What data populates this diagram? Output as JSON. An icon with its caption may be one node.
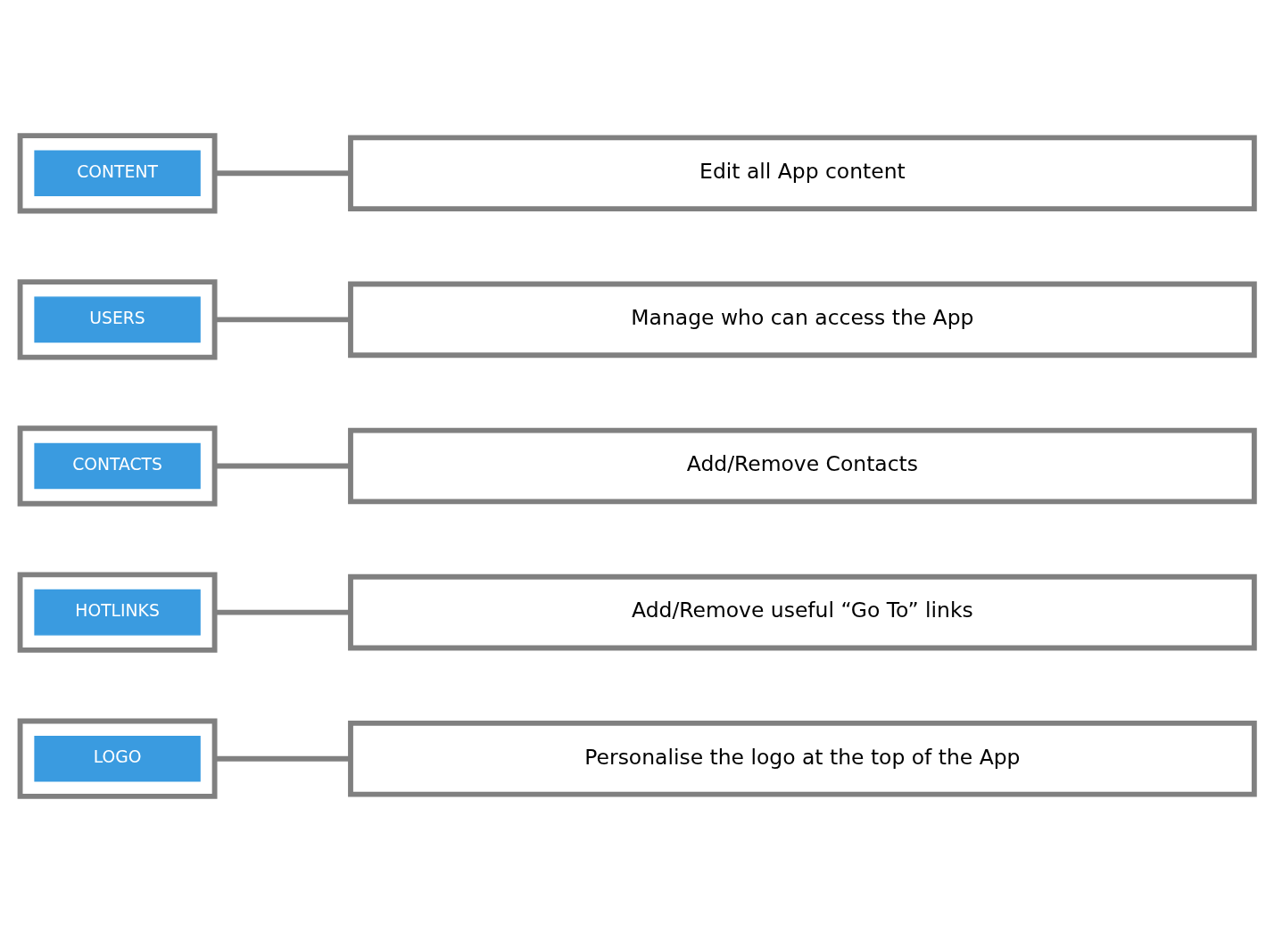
{
  "diagram": {
    "nodes": [
      {
        "text": [],
        "shape": "box"
      },
      {
        "text": [
          "CONTENT"
        ],
        "in": 0
      },
      {
        "text": [
          "Edit all App content"
        ]
      },
      {
        "text": [],
        "shape": "box"
      },
      {
        "text": [
          "USERS"
        ],
        "in": 3
      },
      {
        "text": [
          "Manage who can access the App"
        ]
      },
      {
        "text": [],
        "shape": "box"
      },
      {
        "text": [
          "CONTACTS"
        ],
        "in": 6
      },
      {
        "text": [
          "Add/Remove Contacts"
        ]
      },
      {
        "text": [],
        "shape": "box"
      },
      {
        "text": [
          "HOTLINKS"
        ],
        "in": 9
      },
      {
        "text": [
          "Add/Remove useful “Go To” links"
        ]
      },
      {
        "text": [],
        "shape": "box"
      },
      {
        "text": [
          "LOGO"
        ],
        "in": 12
      },
      {
        "text": [
          "Personalise the logo at the top of the App"
        ]
      }
    ],
    "edges": [
      {
        "from": 0,
        "to": 2,
        "arrow": "none"
      },
      {
        "from": 3,
        "to": 5,
        "arrow": "none"
      },
      {
        "from": 6,
        "to": 8,
        "arrow": "none"
      },
      {
        "from": 9,
        "to": 11,
        "arrow": "none"
      },
      {
        "from": 12,
        "to": 14,
        "arrow": "none"
      }
    ]
  }
}
